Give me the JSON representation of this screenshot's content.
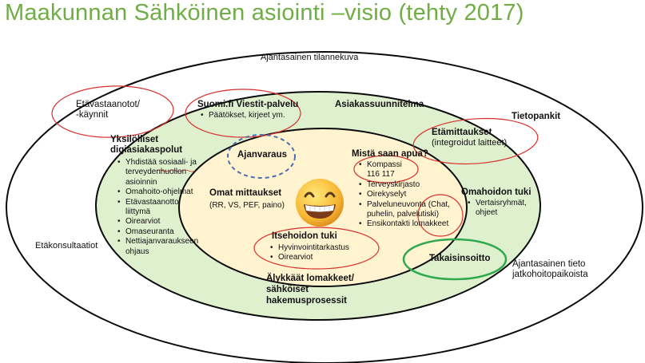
{
  "title": "Maakunnan Sähköinen asiointi –visio (tehty 2017)",
  "colors": {
    "title_green": "#70ad47",
    "outer_fill": "#ffffff",
    "middle_fill": "#dff0cf",
    "inner_fill": "#fff3d0",
    "red_outline": "#d9302c",
    "green_outline": "#2fa84f",
    "blue_dashed": "#4a6fb5"
  },
  "outer_ring": {
    "top_label": "Ajantasainen tilannekuva",
    "left_label": "Etäkonsultaatiot",
    "right_label": "Tietopankit",
    "etavastaanotot": [
      "Etävastaanotot/",
      "-käynnit"
    ],
    "ajantasainen_tieto": [
      "Ajantasainen tieto",
      "jatkohoitopaikoista"
    ]
  },
  "middle_ring": {
    "suomifi": {
      "heading": "Suomi.fi Viestit-palvelu",
      "items": [
        "Päätökset, kirjeet ym."
      ]
    },
    "asiakassuunnitelma": "Asiakassuunnitelma",
    "etamittaukset": {
      "heading": "Etämittaukset",
      "sub": "(integroidut laitteet)"
    },
    "yksilolliset": {
      "heading": [
        "Yksilölliset",
        "digiasiakaspolut"
      ],
      "items": [
        [
          "Yhdistää sosiaali- ja",
          "terveydenhuollon",
          "asioinnin"
        ],
        [
          "Omahoito-ohjelmat"
        ],
        [
          "Etävastaanotto",
          "liittymä"
        ],
        [
          "Oirearviot"
        ],
        [
          "Omaseuranta"
        ],
        [
          "Nettiajanvaraukseen",
          "ohjaus"
        ]
      ]
    },
    "omahoidon_tuki": {
      "heading": "Omahoidon tuki",
      "items": [
        [
          "Vertaisryhmät,",
          "ohjeet"
        ]
      ]
    },
    "takaisinsoitto": "Takaisinsoitto",
    "alykkaat": [
      "Älykkäät lomakkeet/",
      "sähköiset",
      "hakemusprosessit"
    ]
  },
  "inner_ring": {
    "ajanvaraus": "Ajanvaraus",
    "omat_mittaukset": {
      "heading": "Omat mittaukset",
      "sub": "(RR, VS, PEF, paino)"
    },
    "mista_apua": {
      "heading": "Mistä saan apua?",
      "items": [
        [
          "Kompassi",
          "116 117"
        ],
        [
          "Terveyskirjasto"
        ],
        [
          "Oirekyselyt"
        ],
        [
          "Palveluneuvonta (Chat,",
          "puhelin, palvelutiski)"
        ],
        [
          "Ensikontakti lomakkeet"
        ]
      ]
    },
    "itsehoidon_tuki": {
      "heading": "Itsehoidon tuki",
      "items": [
        "Hyvinvointitarkastus",
        "Oirearviot"
      ]
    },
    "center_icon": "smiling-face-emoji-icon"
  }
}
